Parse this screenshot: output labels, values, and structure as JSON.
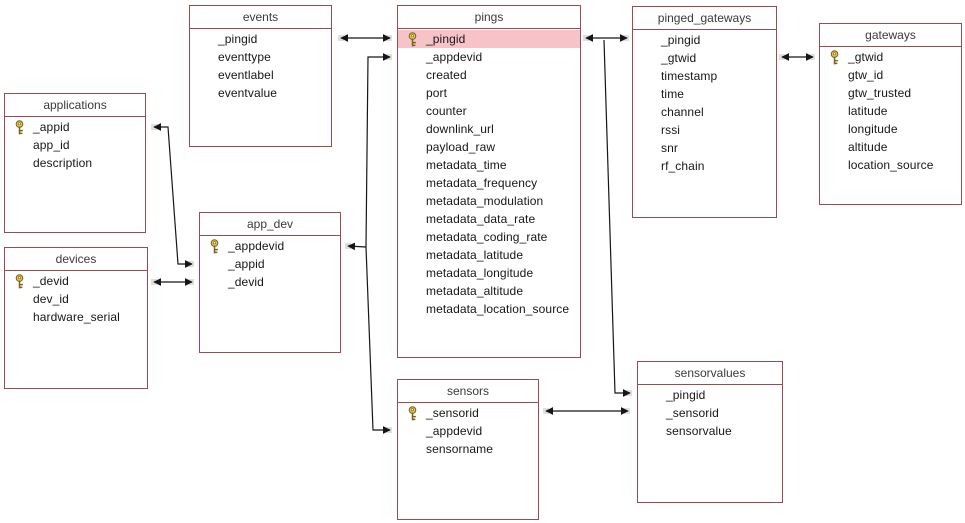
{
  "diagram": {
    "tables": {
      "applications": {
        "title": "applications",
        "fields": [
          {
            "label": "_appid",
            "key": true
          },
          {
            "label": "app_id",
            "key": false
          },
          {
            "label": "description",
            "key": false
          }
        ]
      },
      "devices": {
        "title": "devices",
        "fields": [
          {
            "label": "_devid",
            "key": true
          },
          {
            "label": "dev_id",
            "key": false
          },
          {
            "label": "hardware_serial",
            "key": false
          }
        ]
      },
      "events": {
        "title": "events",
        "fields": [
          {
            "label": "_pingid",
            "key": false
          },
          {
            "label": "eventtype",
            "key": false
          },
          {
            "label": "eventlabel",
            "key": false
          },
          {
            "label": "eventvalue",
            "key": false
          }
        ]
      },
      "app_dev": {
        "title": "app_dev",
        "fields": [
          {
            "label": "_appdevid",
            "key": true
          },
          {
            "label": "_appid",
            "key": false
          },
          {
            "label": "_devid",
            "key": false
          }
        ]
      },
      "pings": {
        "title": "pings",
        "fields": [
          {
            "label": "_pingid",
            "key": true,
            "selected": true
          },
          {
            "label": "_appdevid",
            "key": false
          },
          {
            "label": "created",
            "key": false
          },
          {
            "label": "port",
            "key": false
          },
          {
            "label": "counter",
            "key": false
          },
          {
            "label": "downlink_url",
            "key": false
          },
          {
            "label": "payload_raw",
            "key": false
          },
          {
            "label": "metadata_time",
            "key": false
          },
          {
            "label": "metadata_frequency",
            "key": false
          },
          {
            "label": "metadata_modulation",
            "key": false
          },
          {
            "label": "metadata_data_rate",
            "key": false
          },
          {
            "label": "metadata_coding_rate",
            "key": false
          },
          {
            "label": "metadata_latitude",
            "key": false
          },
          {
            "label": "metadata_longitude",
            "key": false
          },
          {
            "label": "metadata_altitude",
            "key": false
          },
          {
            "label": "metadata_location_source",
            "key": false
          }
        ]
      },
      "pinged_gateways": {
        "title": "pinged_gateways",
        "fields": [
          {
            "label": "_pingid",
            "key": false
          },
          {
            "label": "_gtwid",
            "key": false
          },
          {
            "label": "timestamp",
            "key": false
          },
          {
            "label": "time",
            "key": false
          },
          {
            "label": "channel",
            "key": false
          },
          {
            "label": "rssi",
            "key": false
          },
          {
            "label": "snr",
            "key": false
          },
          {
            "label": "rf_chain",
            "key": false
          }
        ]
      },
      "gateways": {
        "title": "gateways",
        "fields": [
          {
            "label": "_gtwid",
            "key": true
          },
          {
            "label": "gtw_id",
            "key": false
          },
          {
            "label": "gtw_trusted",
            "key": false
          },
          {
            "label": "latitude",
            "key": false
          },
          {
            "label": "longitude",
            "key": false
          },
          {
            "label": "altitude",
            "key": false
          },
          {
            "label": "location_source",
            "key": false
          }
        ]
      },
      "sensors": {
        "title": "sensors",
        "fields": [
          {
            "label": "_sensorid",
            "key": true
          },
          {
            "label": "_appdevid",
            "key": false
          },
          {
            "label": "sensorname",
            "key": false
          }
        ]
      },
      "sensorvalues": {
        "title": "sensorvalues",
        "fields": [
          {
            "label": "_pingid",
            "key": false
          },
          {
            "label": "_sensorid",
            "key": false
          },
          {
            "label": "sensorvalue",
            "key": false
          }
        ]
      }
    },
    "selected_field": "pings._pingid",
    "relationships": [
      {
        "from": "applications._appid",
        "to": "app_dev._appid"
      },
      {
        "from": "devices._devid",
        "to": "app_dev._devid"
      },
      {
        "from": "events._pingid",
        "to": "pings._pingid"
      },
      {
        "from": "app_dev._appdevid",
        "to": "pings._appdevid"
      },
      {
        "from": "app_dev._appdevid",
        "to": "sensors._appdevid"
      },
      {
        "from": "pings._pingid",
        "to": "pinged_gateways._pingid"
      },
      {
        "from": "pings._pingid",
        "to": "sensorvalues._pingid"
      },
      {
        "from": "pinged_gateways._gtwid",
        "to": "gateways._gtwid"
      },
      {
        "from": "sensors._sensorid",
        "to": "sensorvalues._sensorid"
      }
    ]
  },
  "colors": {
    "table_border": "#9a4a52",
    "title_text": "#3a3a3a",
    "field_text": "#161616",
    "selected_row_bg": "#f8c3c8",
    "key_icon_gold": "#e3c254",
    "connector_line": "#161616",
    "endpoint_handle": "#dfdfdf"
  }
}
